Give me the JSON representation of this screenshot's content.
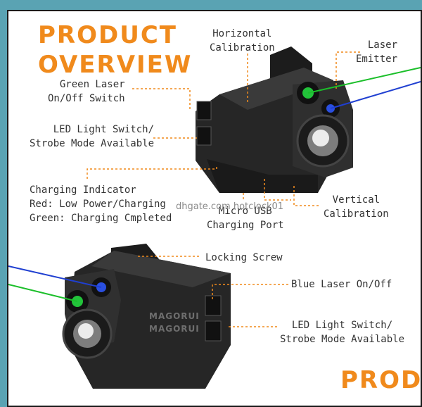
{
  "header": {
    "line1": "PRODUCT",
    "line2": "OVERVIEW"
  },
  "callouts": {
    "horizontal_calibration": [
      "Horizontal",
      "Calibration"
    ],
    "laser_emitter": [
      "Laser",
      "Emitter"
    ],
    "green_laser_switch": [
      "Green Laser",
      "On/Off Switch"
    ],
    "led_light_switch_top": [
      "LED Light Switch/",
      "Strobe Mode Available"
    ],
    "charging_indicator": [
      "Charging Indicator",
      "Red: Low Power/Charging",
      "Green: Charging Cmpleted"
    ],
    "micro_usb": [
      "Micro USB",
      "Charging Port"
    ],
    "vertical_calibration": [
      "Vertical",
      "Calibration"
    ],
    "locking_screw": "Locking Screw",
    "blue_laser": "Blue Laser On/Off",
    "led_light_switch_bottom": [
      "LED Light Switch/",
      "Strobe Mode Available"
    ]
  },
  "brand_mark": [
    "MAGORUI",
    "MAGORUI"
  ],
  "watermark": "dhgate.com hotclock01",
  "footer_title": "PRODU",
  "colors": {
    "accent": "#f08a1c",
    "green_laser": "#1bbf2a",
    "blue_laser": "#1f3fd1"
  }
}
